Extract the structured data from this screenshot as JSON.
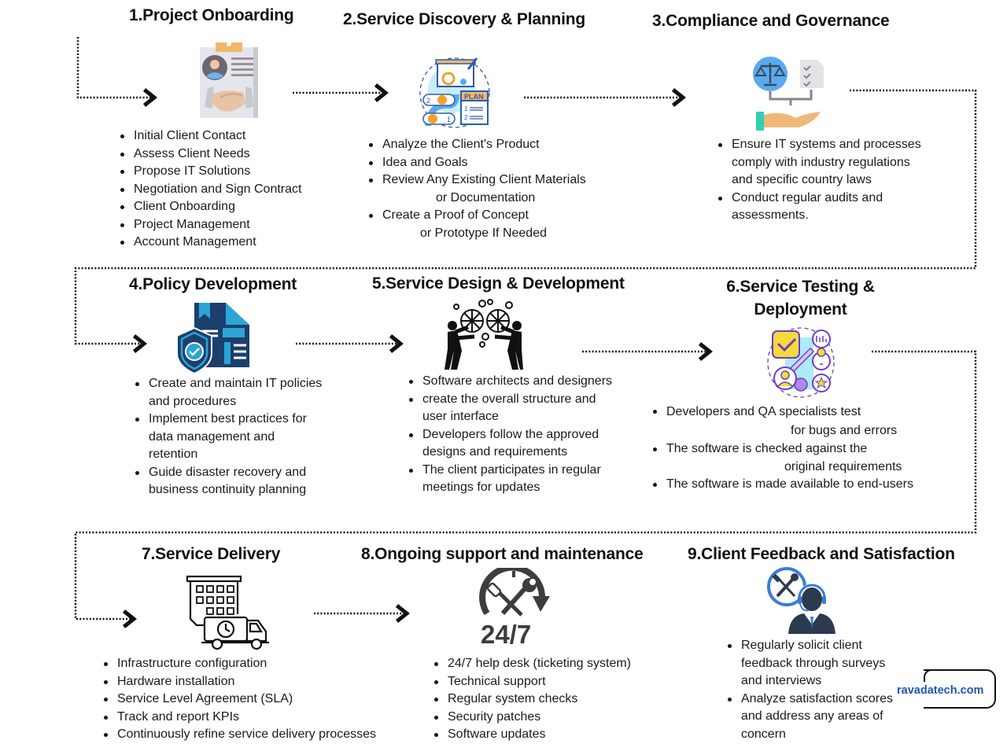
{
  "steps": [
    {
      "title": "1.Project Onboarding",
      "icon": "clipboard-handshake-icon",
      "items": [
        "Initial Client Contact",
        "Assess Client Needs",
        "Propose IT Solutions",
        "Negotiation and Sign Contract",
        "Client Onboarding",
        "Project Management",
        "Account Management"
      ]
    },
    {
      "title": "2.Service Discovery & Planning",
      "icon": "strategy-plan-icon",
      "icon_text": {
        "plan": "PLAN",
        "n1": "1",
        "n2": "2"
      },
      "items": [
        "Analyze the Client's Product",
        "Idea and Goals",
        [
          "Review Any Existing Client Materials",
          "or Documentation"
        ],
        [
          "Create a Proof of Concept",
          "or Prototype If Needed"
        ]
      ]
    },
    {
      "title": "3.Compliance and Governance",
      "icon": "scales-checklist-hand-icon",
      "items": [
        "Ensure IT systems and processes comply with industry regulations and specific country laws",
        "Conduct regular audits and assessments."
      ]
    },
    {
      "title": "4.Policy Development",
      "icon": "policy-document-shield-icon",
      "items": [
        "Create and maintain IT policies and procedures",
        "Implement best practices for data management and retention",
        "Guide disaster recovery and business continuity planning"
      ]
    },
    {
      "title": "5.Service Design & Development",
      "icon": "people-gears-icon",
      "items": [
        "Software architects and designers",
        "create the overall structure and user interface",
        "Developers follow the approved designs and requirements",
        "The client participates in regular meetings for updates"
      ]
    },
    {
      "title": "6.Service Testing & Deployment",
      "icon": "testing-checklist-icon",
      "items": [
        [
          "Developers and QA specialists test",
          "for bugs and errors"
        ],
        [
          "The software is checked against the",
          "original requirements"
        ],
        "The software is made available to end-users"
      ]
    },
    {
      "title": "7.Service Delivery",
      "icon": "building-delivery-truck-icon",
      "items": [
        "Infrastructure configuration",
        "Hardware installation",
        "Service Level Agreement (SLA)",
        "Track and report KPIs",
        "Continuously refine service delivery processes"
      ]
    },
    {
      "title": "8.Ongoing support and maintenance",
      "icon": "support-24-7-icon",
      "icon_text": "24/7",
      "items": [
        "24/7 help desk (ticketing system)",
        "Technical support",
        "Regular system checks",
        "Security patches",
        "Software updates"
      ]
    },
    {
      "title": "9.Client Feedback and Satisfaction",
      "icon": "support-agent-icon",
      "items": [
        "Regularly solicit client feedback through surveys and interviews",
        "Analyze satisfaction scores and address any areas of concern"
      ]
    }
  ],
  "brand": "ravadatech.com",
  "colors": {
    "text": "#111111",
    "brand": "#1e55b3",
    "connector": "#111111"
  }
}
